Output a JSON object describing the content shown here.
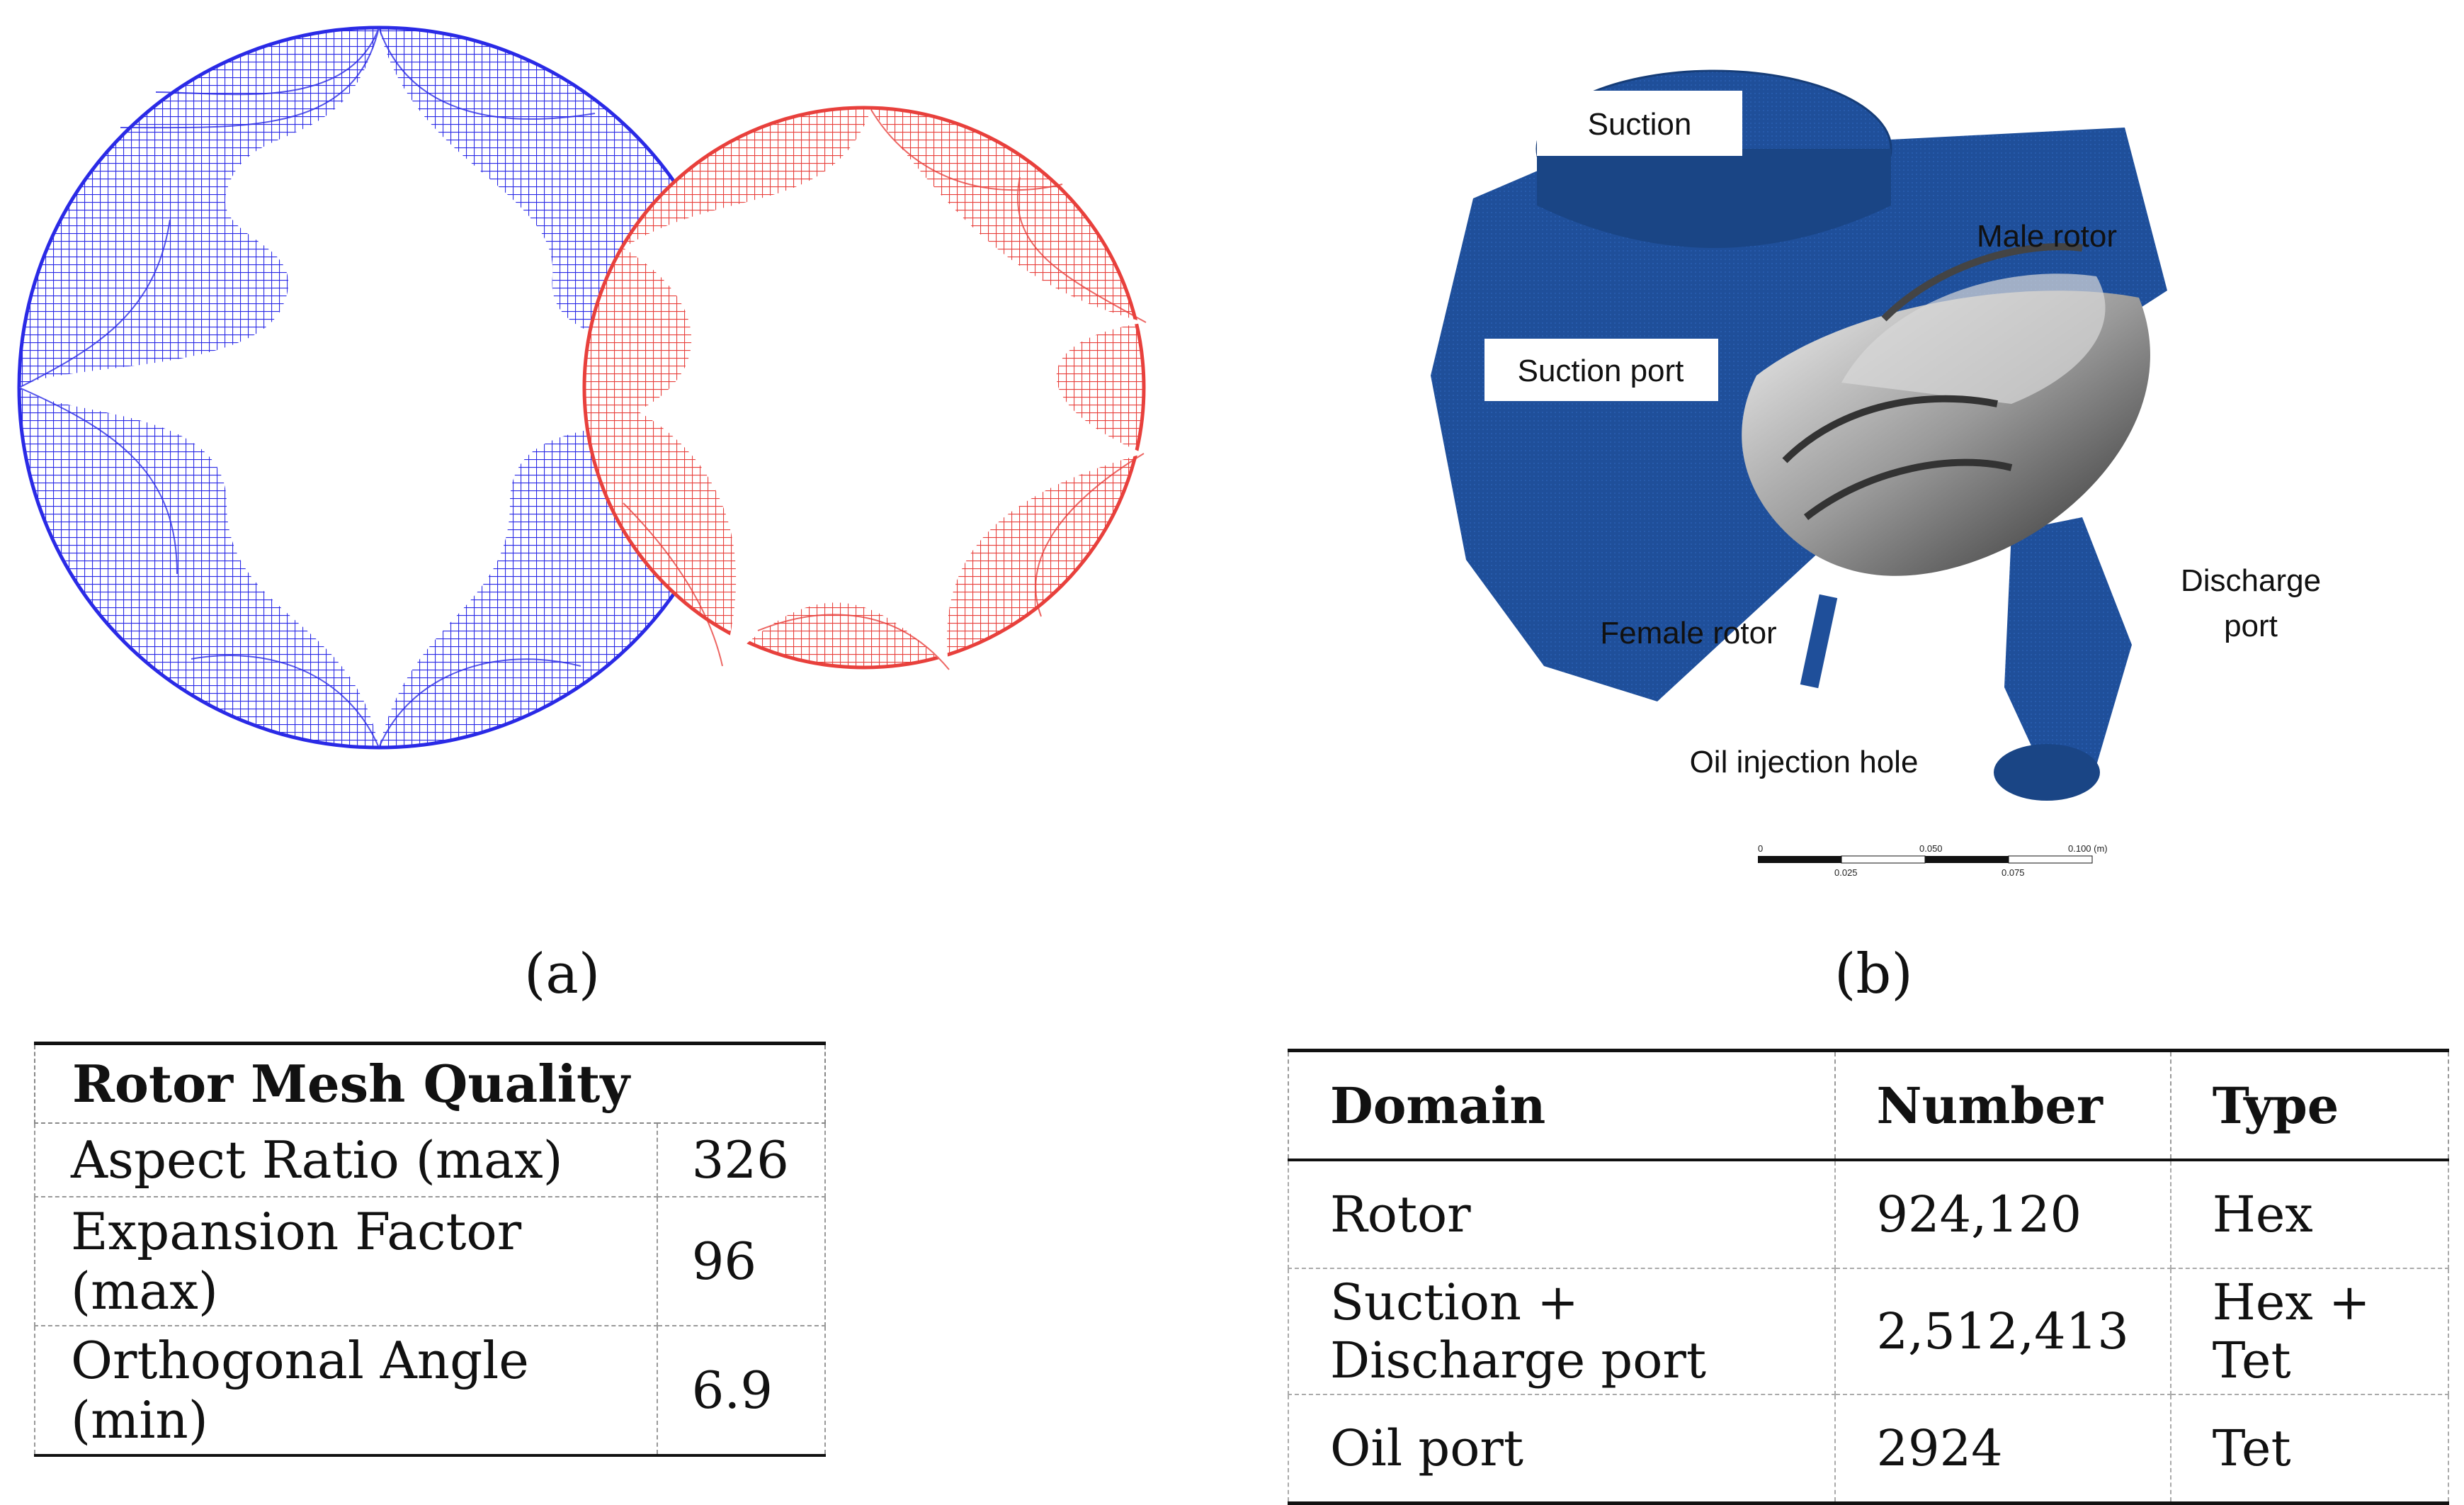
{
  "figure_a": {
    "caption": "(a)",
    "colors": {
      "male_rotor_mesh": "#2a2ae6",
      "female_rotor_mesh": "#e8403c"
    },
    "table": {
      "title": "Rotor Mesh Quality",
      "rows": [
        {
          "label": "Aspect Ratio (max)",
          "value": "326"
        },
        {
          "label": "Expansion Factor (max)",
          "value": "96"
        },
        {
          "label": "Orthogonal Angle (min)",
          "value": "6.9"
        }
      ]
    }
  },
  "figure_b": {
    "caption": "(b)",
    "colors": {
      "casing_mesh": "#1f4f9a",
      "rotor_mesh": "#8a8a8a"
    },
    "labels": {
      "suction": "Suction",
      "suction_port": "Suction port",
      "male_rotor": "Male rotor",
      "female_rotor": "Female rotor",
      "discharge_line1": "Discharge",
      "discharge_line2": "port",
      "oil_injection": "Oil injection hole"
    },
    "scale": {
      "top_ticks": [
        "0",
        "0.050",
        "0.100 (m)"
      ],
      "bottom_ticks": [
        "0.025",
        "0.075"
      ]
    },
    "table": {
      "headers": [
        "Domain",
        "Number",
        "Type"
      ],
      "rows": [
        {
          "domain": "Rotor",
          "number": "924,120",
          "type": "Hex"
        },
        {
          "domain": "Suction + Discharge port",
          "number": "2,512,413",
          "type": "Hex + Tet"
        },
        {
          "domain": "Oil port",
          "number": "2924",
          "type": "Tet"
        }
      ]
    }
  }
}
